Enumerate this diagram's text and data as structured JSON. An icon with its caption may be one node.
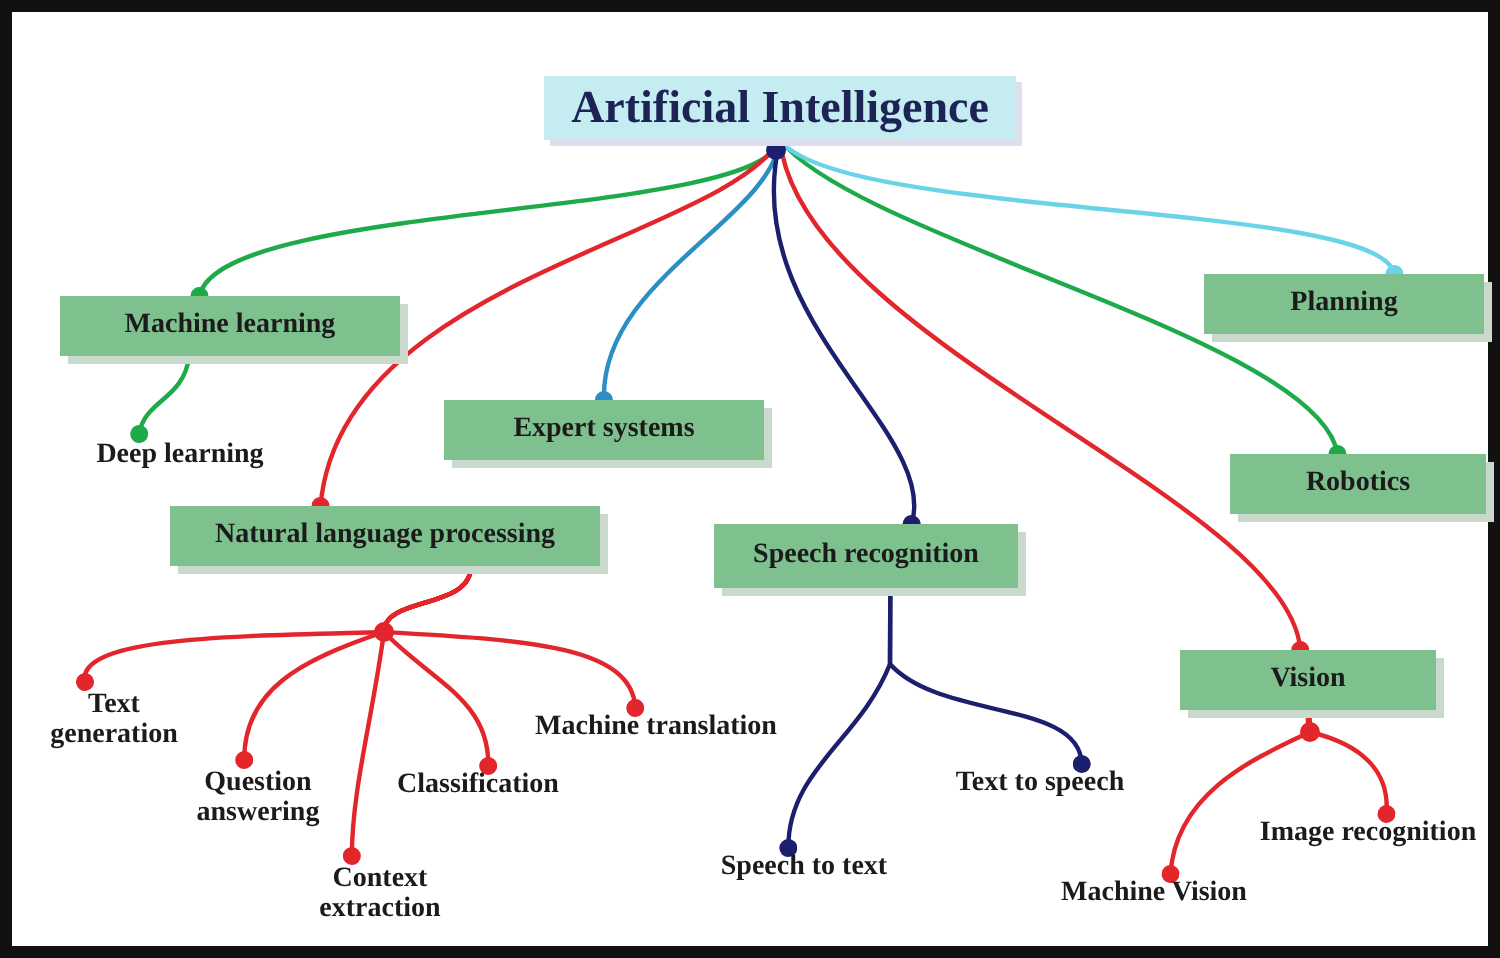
{
  "diagram": {
    "nodes": [
      {
        "text": [
          "Artificial Intelligence"
        ]
      },
      {
        "text": [
          "Machine learning"
        ]
      },
      {
        "text": [
          "Deep learning"
        ]
      },
      {
        "text": [
          "Expert systems"
        ]
      },
      {
        "text": [
          "Planning"
        ]
      },
      {
        "text": [
          "Robotics"
        ]
      },
      {
        "text": [
          "Natural language processing"
        ]
      },
      {
        "text": [
          "Speech recognition"
        ]
      },
      {
        "text": [
          "Vision"
        ]
      },
      {
        "text": [
          "Text generation"
        ]
      },
      {
        "text": [
          "Question answering"
        ]
      },
      {
        "text": [
          "Context extraction"
        ]
      },
      {
        "text": [
          "Classification"
        ]
      },
      {
        "text": [
          "Machine translation"
        ]
      },
      {
        "text": [
          "Text to speech"
        ]
      },
      {
        "text": [
          "Speech to text"
        ]
      },
      {
        "text": [
          "Image recognition"
        ]
      },
      {
        "text": [
          "Machine Vision"
        ]
      }
    ],
    "edges": [
      {
        "from": 0,
        "to": 1,
        "arrow": "other",
        "color": "#1faa4a"
      },
      {
        "from": 1,
        "to": 2,
        "arrow": "other",
        "color": "#1faa4a"
      },
      {
        "from": 0,
        "to": 6,
        "arrow": "other"
      },
      {
        "from": 0,
        "to": 3,
        "arrow": "other",
        "color": "#2b8fc4"
      },
      {
        "from": 0,
        "to": 7,
        "arrow": "other",
        "color": "#1c1f6e"
      },
      {
        "from": 0,
        "to": 8,
        "arrow": "other"
      },
      {
        "from": 0,
        "to": 5,
        "arrow": "other",
        "color": "#1faa4a"
      },
      {
        "from": 0,
        "to": 4,
        "arrow": "other",
        "color": "#6ad3e6"
      },
      {
        "from": 6,
        "to": 9,
        "arrow": "other"
      },
      {
        "from": 6,
        "to": 10,
        "arrow": "other"
      },
      {
        "from": 6,
        "to": 11,
        "arrow": "other"
      },
      {
        "from": 6,
        "to": 12,
        "arrow": "other"
      },
      {
        "from": 6,
        "to": 13,
        "arrow": "other"
      },
      {
        "from": 7,
        "to": 15,
        "arrow": "other",
        "color": "#1c1f6e"
      },
      {
        "from": 7,
        "to": 14,
        "arrow": "other",
        "color": "#1c1f6e"
      },
      {
        "from": 8,
        "to": 17,
        "arrow": "other"
      },
      {
        "from": 8,
        "to": 16,
        "arrow": "other"
      }
    ]
  }
}
